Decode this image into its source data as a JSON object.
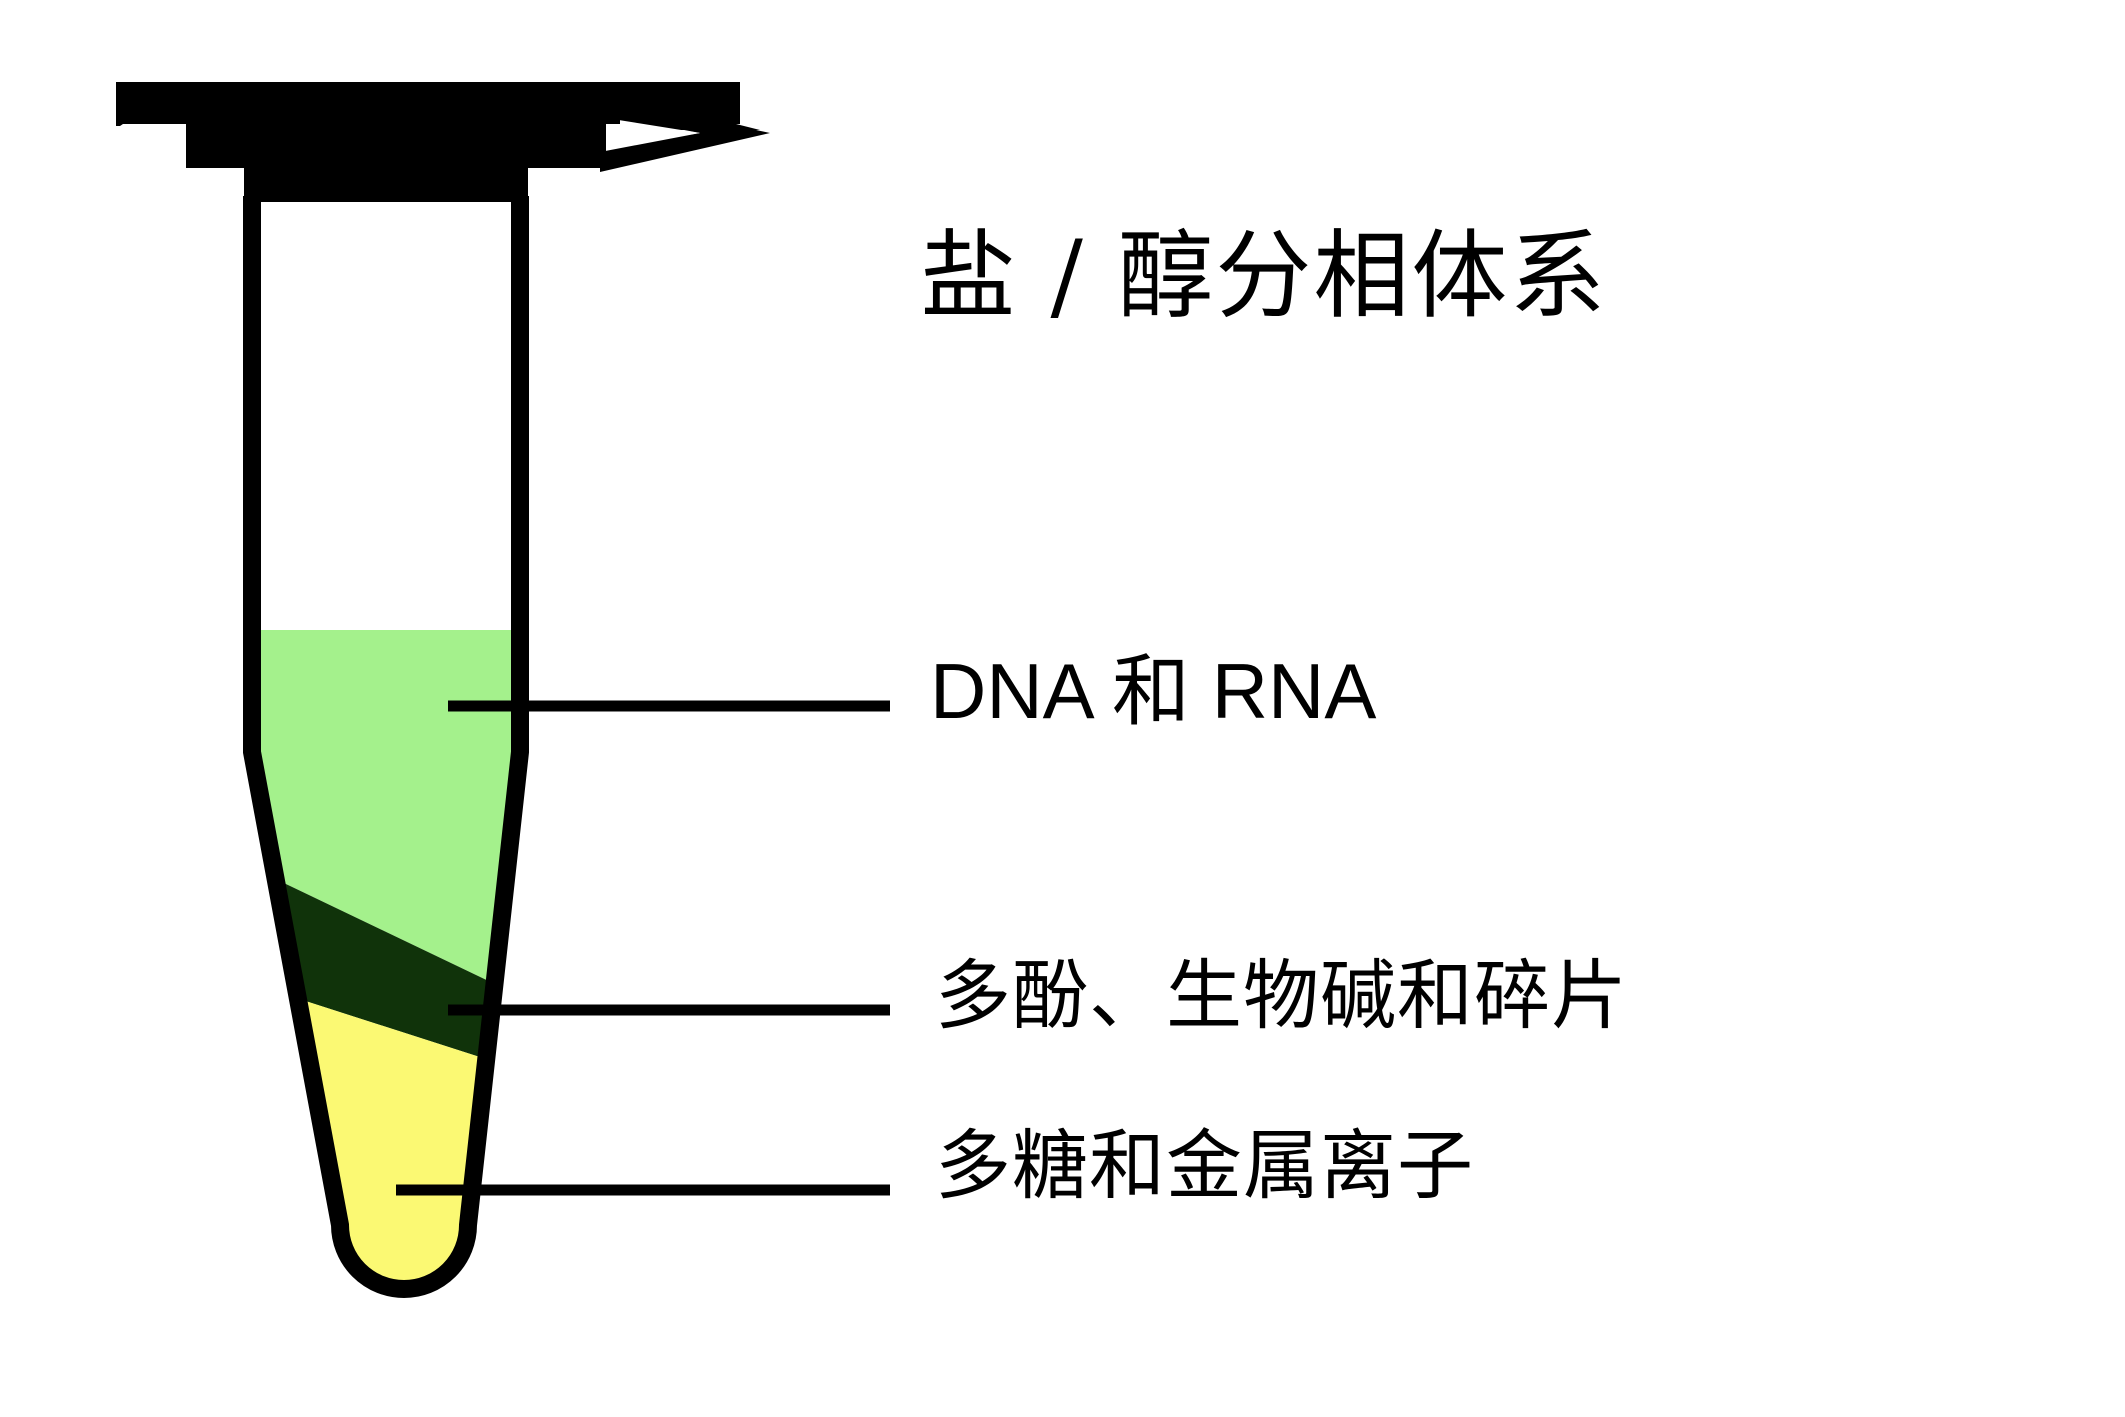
{
  "figure": {
    "title": "盐 / 醇分相体系",
    "background_color": "#ffffff",
    "outline_color": "#000000"
  },
  "tube": {
    "name": "microcentrifuge-tube",
    "cap_color": "#000000",
    "wall_color": "#000000",
    "empty_space_color": "#ffffff",
    "layers": [
      {
        "id": "upper-phase",
        "label": "DNA 和 RNA",
        "color": "#a4f18c"
      },
      {
        "id": "interphase",
        "label": "多酚、生物碱和碎片",
        "color": "#10330a"
      },
      {
        "id": "lower-phase",
        "label": "多糖和金属离子",
        "color": "#fbf973"
      }
    ]
  },
  "annotations": [
    {
      "id": "annotation-dna-rna",
      "text": "DNA 和 RNA",
      "leader_color": "#000000"
    },
    {
      "id": "annotation-polyphenols",
      "text": "多酚、生物碱和碎片",
      "leader_color": "#000000"
    },
    {
      "id": "annotation-polysaccharides",
      "text": "多糖和金属离子",
      "leader_color": "#000000"
    }
  ],
  "chart_data": {
    "type": "diagram",
    "title": "盐 / 醇分相体系",
    "description": "Microcentrifuge tube showing a salt/alcohol phase separation system with three stratified layers",
    "categories": [
      "DNA 和 RNA",
      "多酚、生物碱和碎片",
      "多糖和金属离子"
    ],
    "colors": [
      "#a4f18c",
      "#10330a",
      "#fbf973"
    ]
  }
}
